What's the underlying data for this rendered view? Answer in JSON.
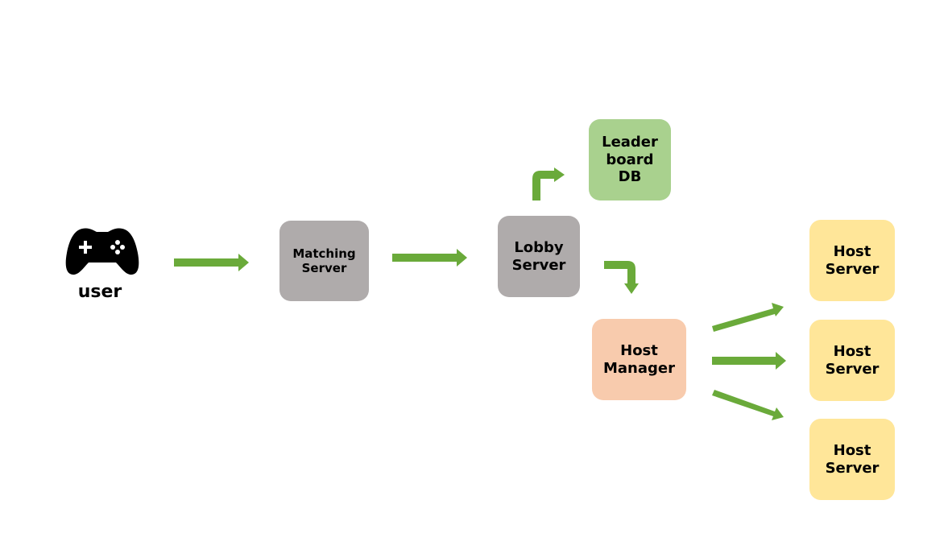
{
  "nodes": {
    "user": "user",
    "matching_server": "Matching\nServer",
    "lobby_server": "Lobby\nServer",
    "leaderboard_db": "Leader\nboard\nDB",
    "host_manager": "Host\nManager",
    "host_server_1": "Host\nServer",
    "host_server_2": "Host\nServer",
    "host_server_3": "Host\nServer"
  },
  "icons": {
    "user": "gamepad-icon"
  },
  "colors": {
    "arrow": "#6aaa3a",
    "server_gray": "#afabab",
    "db_green": "#a9d18e",
    "manager_peach": "#f8cbad",
    "host_yellow": "#ffe699"
  }
}
